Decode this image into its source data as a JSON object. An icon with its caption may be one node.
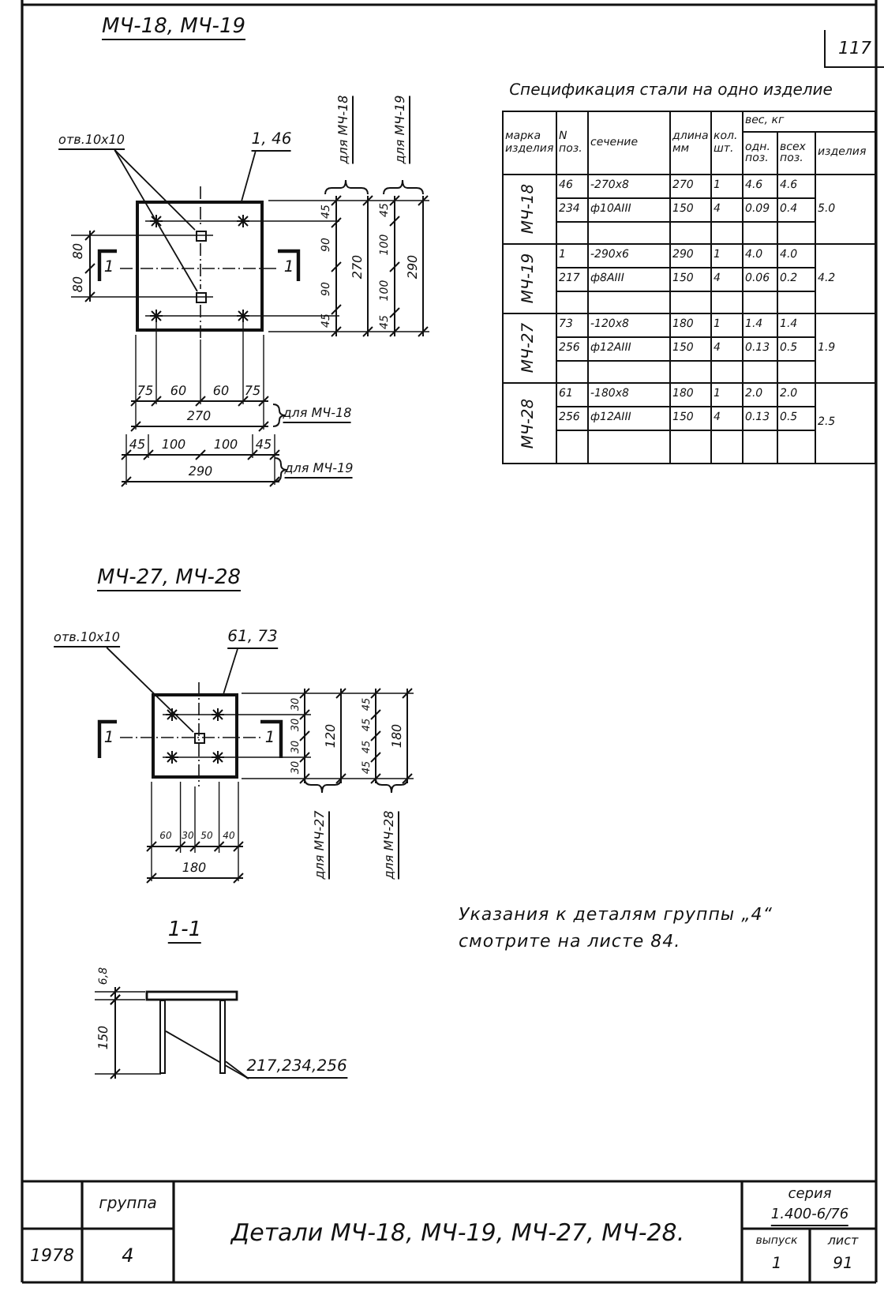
{
  "diagram": {
    "title": "Детали МЧ-18, МЧ-19, МЧ-27, МЧ-28.",
    "nodes": [
      {
        "text": [
          "отв.10х10"
        ]
      },
      {
        "text": [
          "1, 46"
        ]
      },
      {
        "text": [],
        "shape": "box"
      },
      {
        "text": [],
        "shape": "box",
        "in": 2
      },
      {
        "text": [],
        "shape": "box",
        "in": 2
      },
      {
        "text": [
          "отв.10х10"
        ]
      },
      {
        "text": [
          "61, 73"
        ]
      },
      {
        "text": [],
        "shape": "box"
      },
      {
        "text": [],
        "shape": "box",
        "in": 7
      },
      {
        "text": [
          "217,234,256"
        ]
      },
      {
        "text": [],
        "shape": "bar"
      },
      {
        "text": [],
        "shape": "bar"
      }
    ],
    "edges": [
      {
        "from": 0,
        "to": 3,
        "arrow": "none"
      },
      {
        "from": 0,
        "to": 4,
        "arrow": "none"
      },
      {
        "from": 1,
        "to": 2,
        "arrow": "none"
      },
      {
        "from": 5,
        "to": 8,
        "arrow": "none"
      },
      {
        "from": 6,
        "to": 7,
        "arrow": "none"
      },
      {
        "from": 9,
        "to": 10,
        "arrow": "none"
      },
      {
        "from": 9,
        "to": 11,
        "arrow": "none"
      }
    ],
    "labels": [
      "117",
      "МЧ-18, МЧ-19",
      "для МЧ-18",
      "для МЧ-19",
      "Спецификация стали на одно изделие",
      "марка изделия",
      "N поз.",
      "сечение",
      "длина мм",
      "кол. шт.",
      "вес, кг",
      "одн. поз.",
      "всех поз.",
      "изделия",
      "МЧ-18",
      "46",
      "-270х8",
      "270",
      "1",
      "4.6",
      "4.6",
      "234",
      "ф10АIII",
      "150",
      "4",
      "0.09",
      "0.4",
      "5.0",
      "МЧ-19",
      "1",
      "-290х6",
      "290",
      "1",
      "4.0",
      "4.0",
      "217",
      "ф8АIII",
      "150",
      "4",
      "0.06",
      "0.2",
      "4.2",
      "МЧ-27",
      "73",
      "-120х8",
      "180",
      "1",
      "1.4",
      "1.4",
      "256",
      "ф12АIII",
      "150",
      "4",
      "0.13",
      "0.5",
      "1.9",
      "МЧ-28",
      "61",
      "-180х8",
      "180",
      "1",
      "2.0",
      "2.0",
      "256",
      "ф12АIII",
      "150",
      "4",
      "0.13",
      "0.5",
      "2.5",
      "80",
      "80",
      "1",
      "1",
      "45",
      "90",
      "90",
      "45",
      "270",
      "45",
      "100",
      "100",
      "45",
      "290",
      "75",
      "60",
      "60",
      "75",
      "270",
      "для МЧ-18",
      "45",
      "100",
      "100",
      "45",
      "290",
      "для МЧ-19",
      "МЧ-27, МЧ-28",
      "1",
      "1",
      "30",
      "30",
      "30",
      "30",
      "120",
      "45",
      "45",
      "45",
      "45",
      "180",
      "для МЧ-27",
      "для МЧ-28",
      "60",
      "30",
      "50",
      "40",
      "180",
      "1-1",
      "6,8",
      "150",
      "Указания к деталям группы „4“ смотрите на листе 84.",
      "группа",
      "1978",
      "4",
      "серия",
      "1.400-6/76",
      "выпуск",
      "1",
      "лист",
      "91"
    ]
  }
}
